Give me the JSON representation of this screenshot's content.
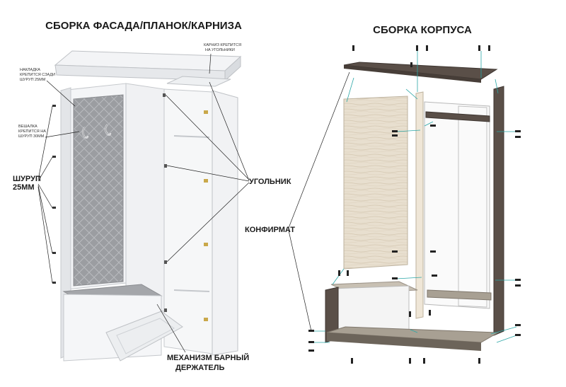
{
  "titles": {
    "left": "СБОРКА ФАСАДА/ПЛАНОК/КАРНИЗА",
    "right": "СБОРКА КОРПУСА"
  },
  "callouts": {
    "cornice_1": "КАРНИЗ КРЕПИТСЯ",
    "cornice_2": "НА УГОЛЬНИКИ",
    "overlay_1": "НАКЛАДКА",
    "overlay_2": "КРЕПИТСЯ СЗАДИ",
    "overlay_3": "ШУРУП 25ММ",
    "hanger_1": "ВЕШАЛКА",
    "hanger_2": "КРЕПИТСЯ НА",
    "hanger_3": "ШУРУП 30ММ",
    "screw_1": "ШУРУП",
    "screw_2": "25ММ",
    "corner": "УГОЛЬНИК",
    "confirmat": "КОНФИРМАТ",
    "mechanism_1": "МЕХАНИЗМ БАРНЫЙ",
    "mechanism_2": "ДЕРЖАТЕЛЬ"
  },
  "colors": {
    "body_white": "#f4f5f7",
    "panel_gray": "#9a9ca0",
    "dark_wood": "#5a4f48",
    "light_wood": "#e6dccb",
    "guide_teal": "#2aa6a6",
    "line": "#222222"
  }
}
